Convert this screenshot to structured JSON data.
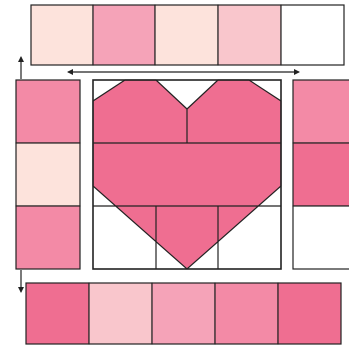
{
  "colors": {
    "outline": "#222222",
    "arrow": "#222222",
    "background": "#ffffff",
    "white": "#ffffff",
    "cream": "#fde3dc",
    "light_pink": "#f9c6cc",
    "medium_pink": "#f5a3b8",
    "rose_pink": "#f38aa6",
    "hot_pink": "#ef6e91"
  },
  "strips": {
    "top": [
      "cream",
      "medium_pink",
      "cream",
      "light_pink",
      "white"
    ],
    "left": [
      "rose_pink",
      "cream",
      "rose_pink"
    ],
    "right": [
      "rose_pink",
      "hot_pink",
      "white"
    ],
    "bottom": [
      "hot_pink",
      "light_pink",
      "medium_pink",
      "rose_pink",
      "hot_pink"
    ]
  },
  "heart_block": {
    "fill": "hot_pink",
    "background": "white",
    "seam_color": "outline"
  },
  "arrows": [
    {
      "name": "arrow-up-left-strip",
      "direction": "up"
    },
    {
      "name": "arrow-left-top-strip",
      "direction": "left"
    },
    {
      "name": "arrow-right-top-strip",
      "direction": "right"
    },
    {
      "name": "arrow-down-left-strip",
      "direction": "down"
    }
  ]
}
